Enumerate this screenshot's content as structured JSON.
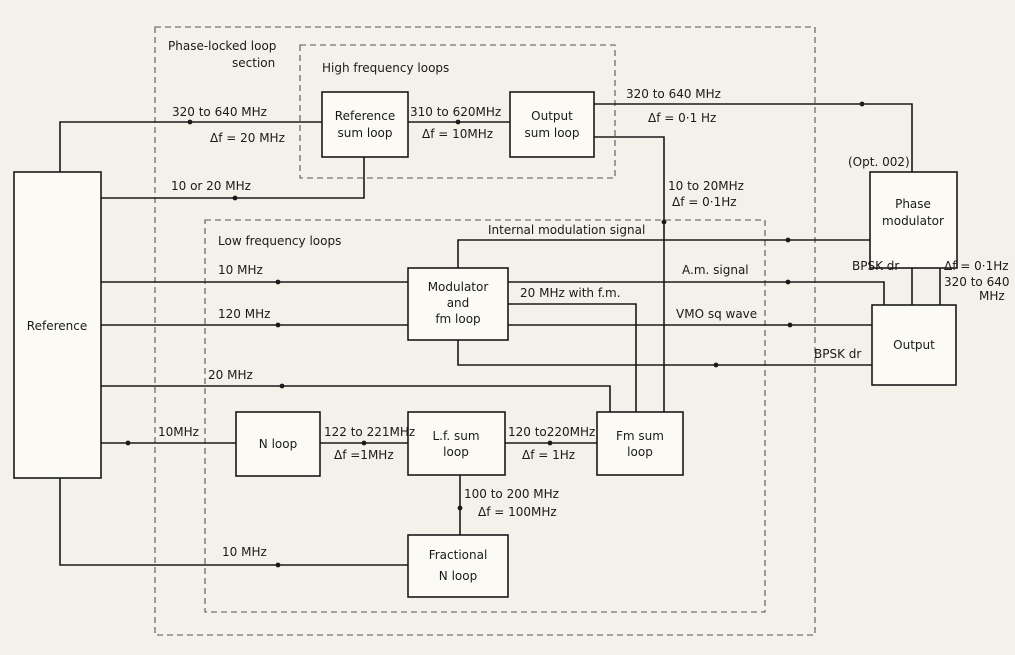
{
  "sections": {
    "pll_line1": "Phase-locked loop",
    "pll_line2": "section",
    "high_freq": "High frequency loops",
    "low_freq": "Low frequency loops"
  },
  "blocks": {
    "reference": "Reference",
    "ref_sum_1": "Reference",
    "ref_sum_2": "sum loop",
    "out_sum_1": "Output",
    "out_sum_2": "sum loop",
    "phase_mod_1": "Phase",
    "phase_mod_2": "modulator",
    "output": "Output",
    "modulator_1": "Modulator",
    "modulator_2": "and",
    "modulator_3": "fm loop",
    "nloop": "N loop",
    "lf_sum_1": "L.f. sum",
    "lf_sum_2": "loop",
    "fm_sum_1": "Fm sum",
    "fm_sum_2": "loop",
    "fractional_1": "Fractional",
    "fractional_2": "N loop"
  },
  "signals": {
    "s320_640_a": "320 to 640 MHz",
    "df20": "Δf = 20 MHz",
    "s310_620": "310 to 620MHz",
    "df10": "Δf = 10MHz",
    "s320_640_b": "320 to 640 MHz",
    "df01_a": "Δf = 0·1 Hz",
    "s10or20": "10 or 20 MHz",
    "s10to20": "10 to 20MHz",
    "df01_b": "Δf = 0·1Hz",
    "opt002": "(Opt. 002)",
    "internal_mod": "Internal modulation signal",
    "s10mhz_a": "10 MHz",
    "am_signal": "A.m. signal",
    "s20_fm": "20 MHz with f.m.",
    "s120mhz": "120 MHz",
    "vmo": "VMO sq wave",
    "bpsk_a": "BPSK dr",
    "bpsk_b": "BPSK dr",
    "df01_c": "Δf = 0·1Hz",
    "s320_640_c1": "320 to 640",
    "s320_640_c2": "MHz",
    "s20mhz": "20 MHz",
    "s10mhz_b": "10MHz",
    "s122_221": "122 to 221MHz",
    "df1mhz": "Δf =1MHz",
    "s120_220": "120 to220MHz",
    "df1hz": "Δf = 1Hz",
    "s100_200": "100 to 200 MHz",
    "df100": "Δf = 100MHz",
    "s10mhz_c": "10 MHz"
  }
}
